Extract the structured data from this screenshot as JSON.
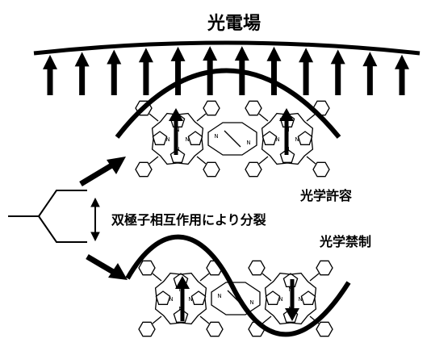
{
  "labels": {
    "field_title": "光電場",
    "allowed": "光学許容",
    "splitting": "双極子相互作用により分裂",
    "forbidden": "光学禁制"
  },
  "molecule_atom_label": "N",
  "colors": {
    "ink": "#000000",
    "background": "#ffffff"
  },
  "field_arrow_count": 12,
  "wave_cycles_bottom": 1
}
